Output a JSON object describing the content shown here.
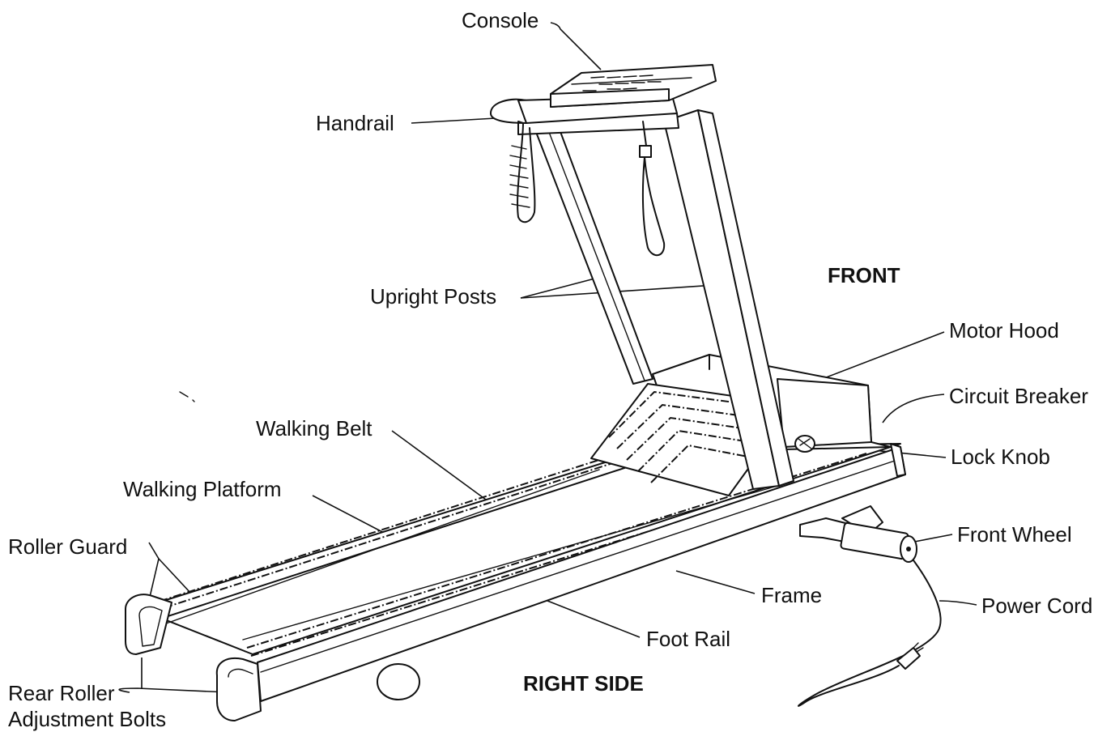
{
  "labels": {
    "console": "Console",
    "handrail": "Handrail",
    "upright_posts": "Upright Posts",
    "front": "FRONT",
    "motor_hood": "Motor Hood",
    "circuit_breaker": "Circuit Breaker",
    "lock_knob": "Lock Knob",
    "walking_belt": "Walking Belt",
    "walking_platform": "Walking Platform",
    "roller_guard": "Roller Guard",
    "front_wheel": "Front Wheel",
    "frame": "Frame",
    "power_cord": "Power Cord",
    "foot_rail": "Foot Rail",
    "right_side": "RIGHT SIDE",
    "rear_roller_line1": "Rear Roller",
    "rear_roller_line2": "Adjustment Bolts"
  }
}
